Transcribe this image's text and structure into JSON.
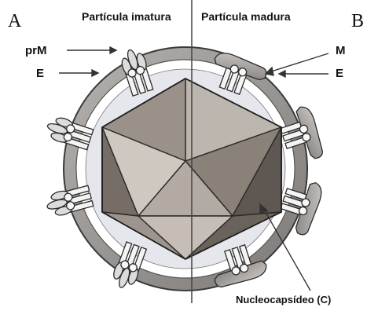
{
  "panels": {
    "left": "A",
    "right": "B"
  },
  "titles": {
    "immature": "Partícula imatura",
    "mature": "Partícula madura"
  },
  "labels": {
    "prM": "prM",
    "E_left": "E",
    "M": "M",
    "E_right": "E",
    "nucleocapsid": "Nucleocapsídeo (C)"
  },
  "colors": {
    "shell": "#9b9796",
    "membrane": "#ffffff",
    "inner": "#e5e7ec",
    "protein": "#aaa7a6",
    "stroke": "#2b2b2b"
  }
}
